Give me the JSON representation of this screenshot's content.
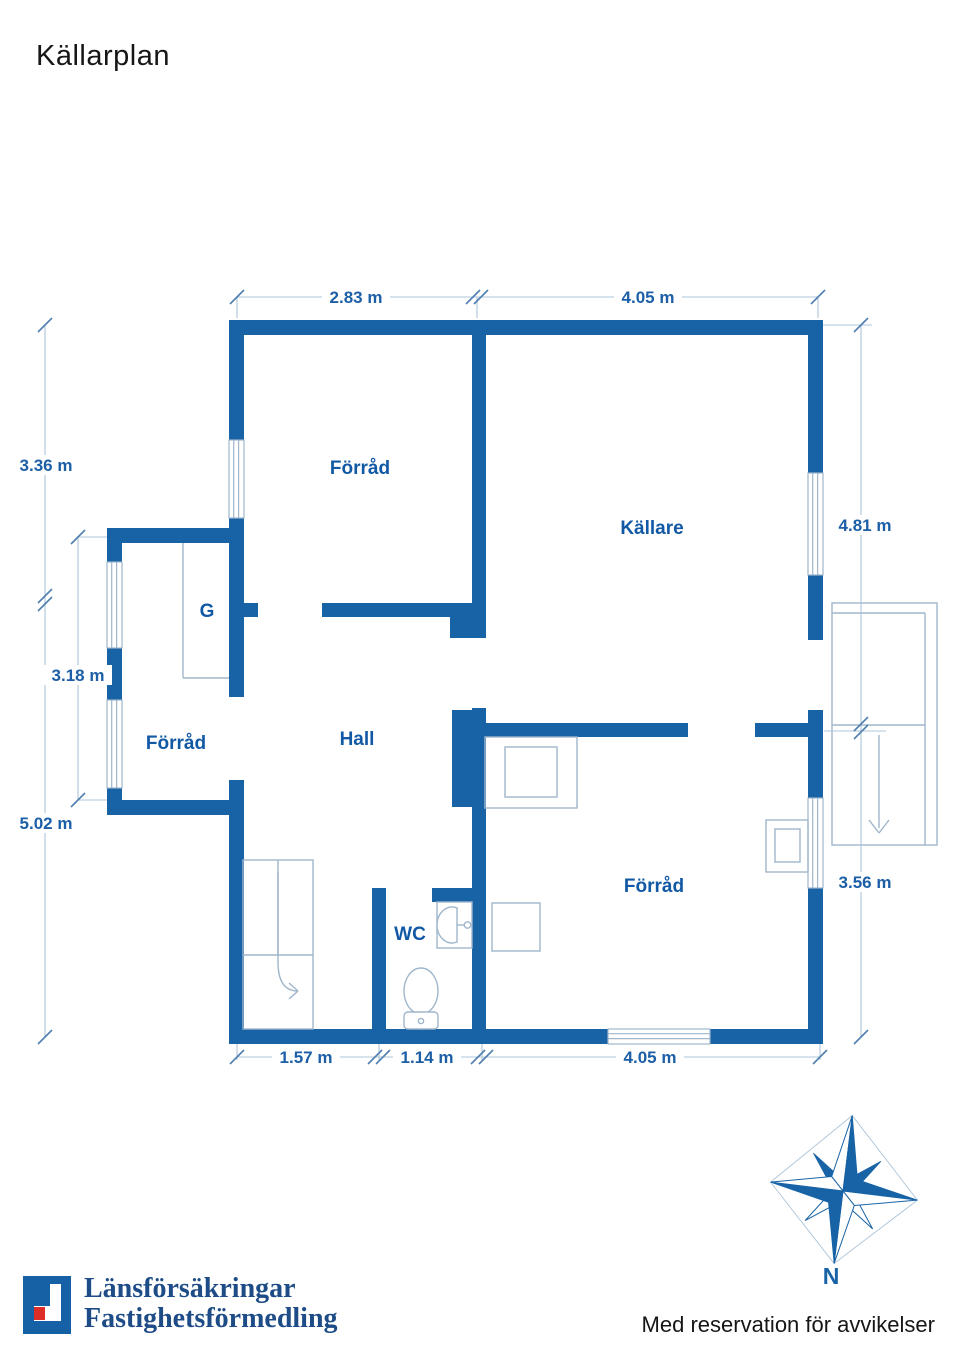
{
  "page": {
    "title": "Källarplan",
    "disclaimer": "Med reservation för avvikelser"
  },
  "rooms": {
    "forrad_top": "Förråd",
    "kallare": "Källare",
    "garderob": "G",
    "forrad_left": "Förråd",
    "hall": "Hall",
    "wc": "WC",
    "forrad_bottom": "Förråd"
  },
  "dims": {
    "top_left": "2.83 m",
    "top_right": "4.05 m",
    "left_upper": "3.36 m",
    "left_inner": "3.18 m",
    "left_lower": "5.02 m",
    "right_upper": "4.81 m",
    "right_lower": "3.56 m",
    "bottom_left": "1.57 m",
    "bottom_mid": "1.14 m",
    "bottom_right": "4.05 m"
  },
  "compass": {
    "north": "N"
  },
  "logo": {
    "line1": "Länsförsäkringar",
    "line2": "Fastighetsförmedling"
  },
  "colors": {
    "wall_blue": "#1763A6",
    "room_label_blue": "#1159A5",
    "dim_text_blue": "#1C5FA6",
    "fixture_line": "#9FB6CB",
    "logo_blue": "#1660A5",
    "logo_red": "#DC2E27",
    "logo_text_navy": "#1E4C87"
  }
}
